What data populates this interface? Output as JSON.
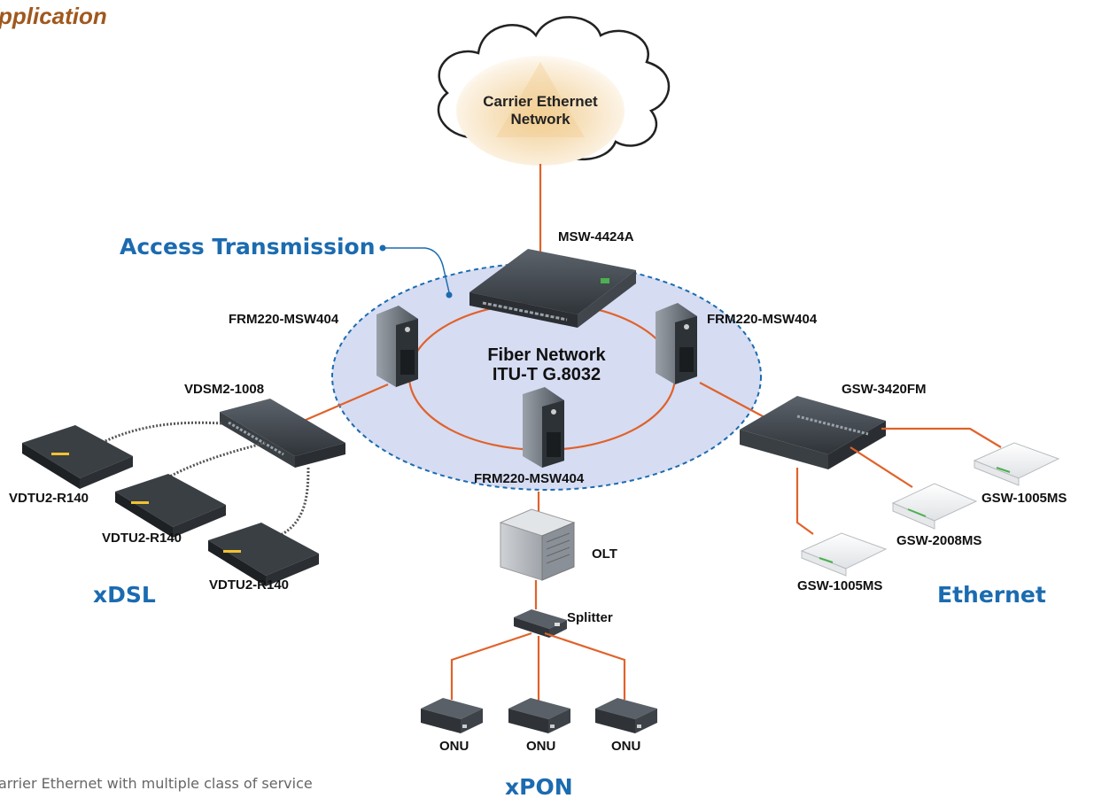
{
  "header": {
    "title": "pplication"
  },
  "cloud": {
    "line1": "Carrier Ethernet",
    "line2": "Network"
  },
  "ring": {
    "label": "Access Transmission",
    "center_line1": "Fiber Network",
    "center_line2": "ITU-T G.8032"
  },
  "devices": {
    "core_switch": "MSW-4424A",
    "frm_left": "FRM220-MSW404",
    "frm_right": "FRM220-MSW404",
    "frm_bottom": "FRM220-MSW404",
    "vdsl_switch": "VDSM2-1008",
    "gsw_main": "GSW-3420FM",
    "olt": "OLT",
    "splitter": "Splitter",
    "vdtu_1": "VDTU2-R140",
    "vdtu_2": "VDTU2-R140",
    "vdtu_3": "VDTU2-R140",
    "gsw_a": "GSW-1005MS",
    "gsw_b": "GSW-2008MS",
    "gsw_c": "GSW-1005MS",
    "onu_1": "ONU",
    "onu_2": "ONU",
    "onu_3": "ONU"
  },
  "sections": {
    "xdsl": "xDSL",
    "ethernet": "Ethernet",
    "xpon": "xPON"
  },
  "caption": "arrier Ethernet with multiple class of service",
  "colors": {
    "link": "#e0622a",
    "accent_blue": "#1b6bb0",
    "ring_fill": "#d6dcf2",
    "title_brown": "#a0581d"
  }
}
